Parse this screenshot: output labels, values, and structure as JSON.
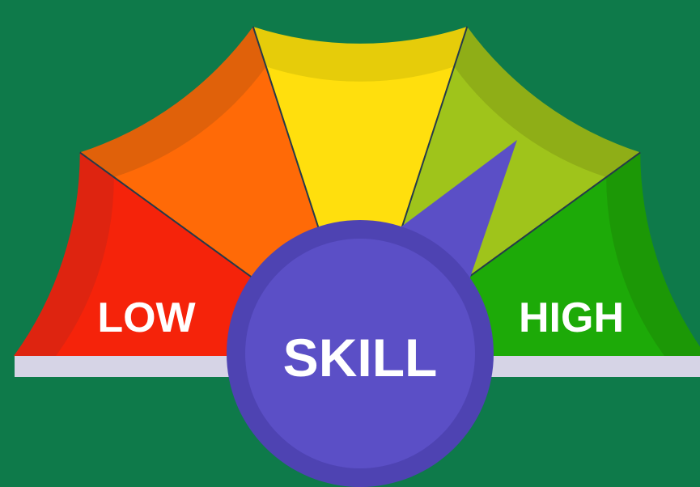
{
  "gauge": {
    "label_low": "LOW",
    "label_high": "HIGH",
    "center_label": "SKILL",
    "level": 0.7,
    "segments": [
      {
        "name": "red",
        "outer": "#de2410",
        "inner": "#f5230a"
      },
      {
        "name": "orange",
        "outer": "#e0610a",
        "inner": "#ff6a07"
      },
      {
        "name": "yellow",
        "outer": "#e6cc0a",
        "inner": "#ffdf0d"
      },
      {
        "name": "yellow-green",
        "outer": "#8fae17",
        "inner": "#9fc41b"
      },
      {
        "name": "green",
        "outer": "#1c9806",
        "inner": "#1daa08"
      }
    ],
    "colors": {
      "background": "#0e7a4a",
      "needle": "#5b4fc6",
      "hub": "#5b4fc6",
      "hub_rim": "#4e43b2",
      "base_bar": "#d6d4e6"
    }
  }
}
